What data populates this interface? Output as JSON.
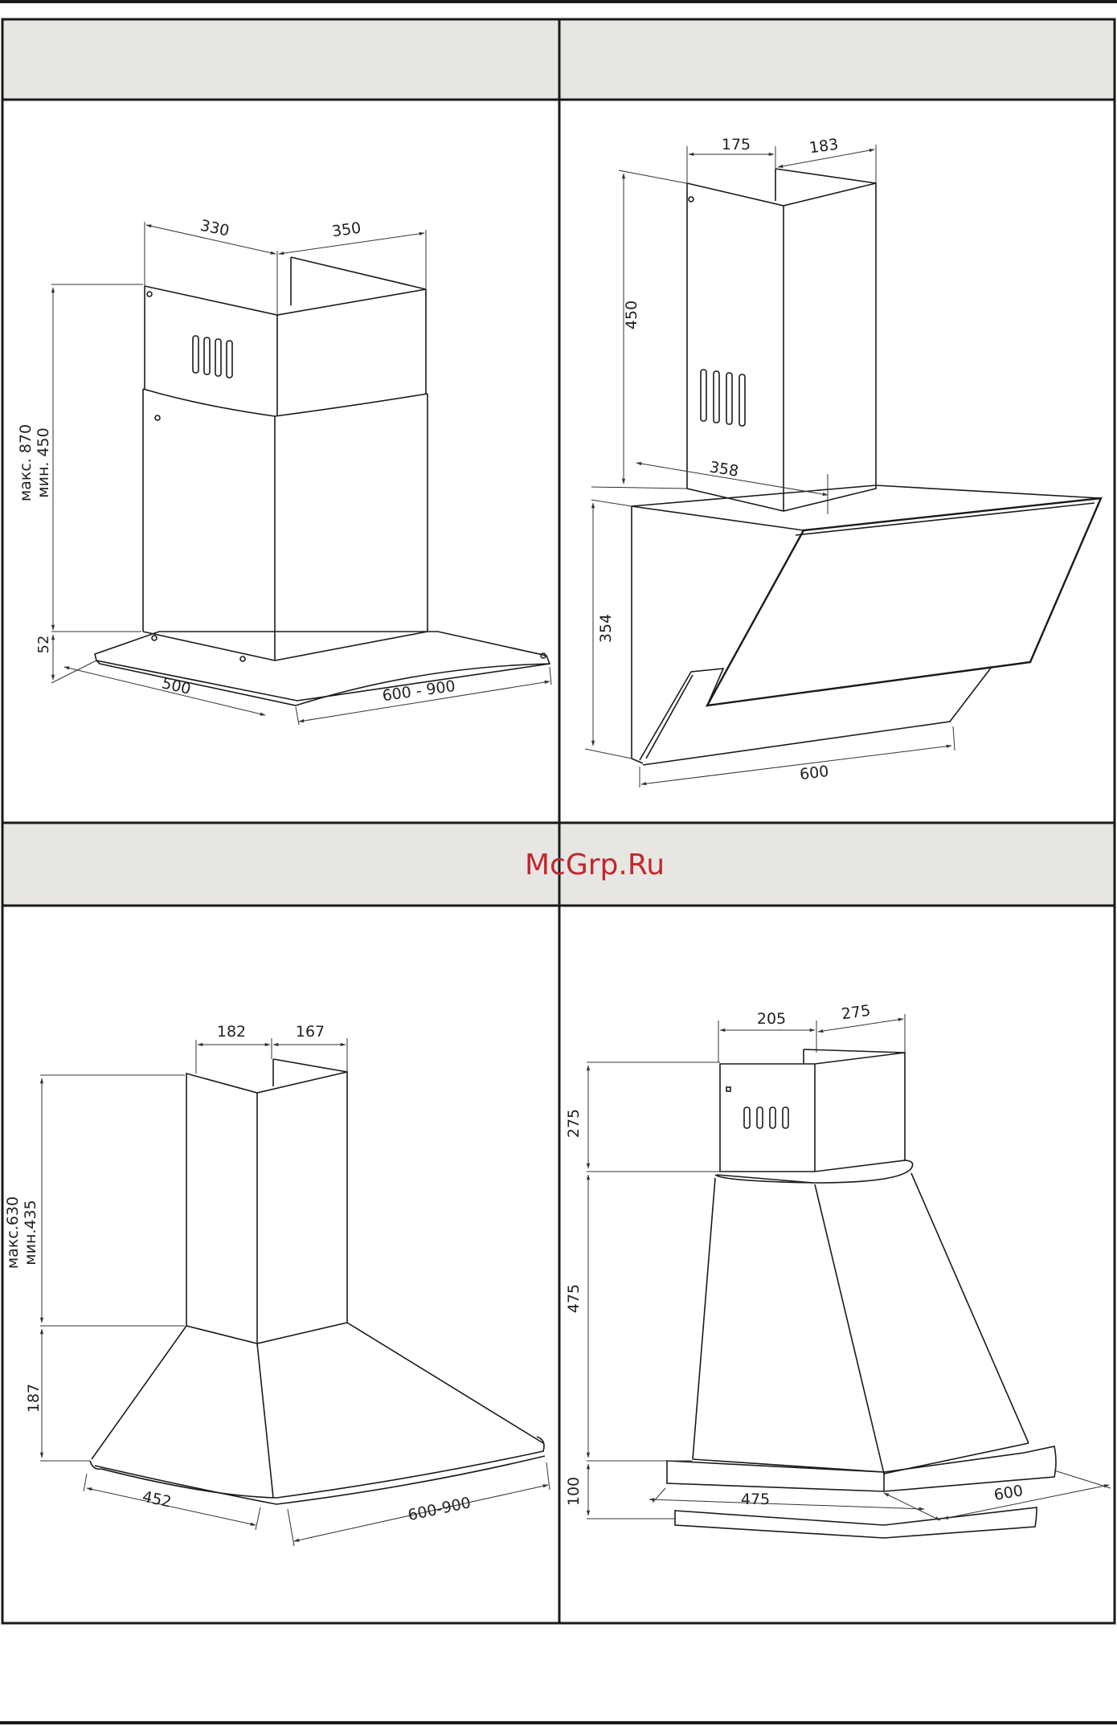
{
  "watermark": {
    "text": "McGrp.Ru",
    "color": "#c0282e"
  },
  "colors": {
    "header_fill": "#e8e6e3",
    "line": "#1a1a1a",
    "dimension": "#333333"
  },
  "panels": {
    "p1": {
      "height_label_max": "макс. 870",
      "height_label_min": "мин. 450",
      "dim_top_left": "330",
      "dim_top_right": "350",
      "dim_base_height": "52",
      "dim_depth": "500",
      "dim_width": "600 - 900"
    },
    "p2": {
      "dim_top_left": "175",
      "dim_top_right": "183",
      "dim_chimney_height": "450",
      "dim_chimney_base": "358",
      "dim_body_height": "354",
      "dim_width": "600"
    },
    "p3": {
      "height_label_max": "макс.630",
      "height_label_min": "мин.435",
      "dim_top_left": "182",
      "dim_top_right": "167",
      "dim_body_height": "187",
      "dim_depth": "452",
      "dim_width": "600-900"
    },
    "p4": {
      "dim_top_left": "205",
      "dim_top_right": "275",
      "dim_chimney_height": "275",
      "dim_body_height": "475",
      "dim_base_height": "100",
      "dim_depth": "475",
      "dim_width": "600"
    }
  }
}
